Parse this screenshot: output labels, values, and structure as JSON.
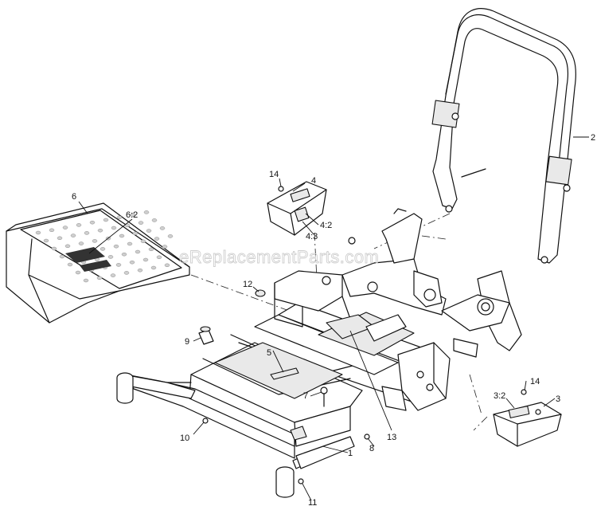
{
  "watermark": "eReplacementParts.com",
  "callouts": {
    "c1": "1",
    "c2": "2",
    "c3": "3",
    "c3_2": "3:2",
    "c4": "4",
    "c4_2": "4:2",
    "c4_3": "4:3",
    "c5": "5",
    "c6": "6",
    "c6_2": "6:2",
    "c7": "7",
    "c8": "8",
    "c9": "9",
    "c10": "10",
    "c11": "11",
    "c12": "12",
    "c13": "13",
    "c14a": "14",
    "c14b": "14"
  }
}
